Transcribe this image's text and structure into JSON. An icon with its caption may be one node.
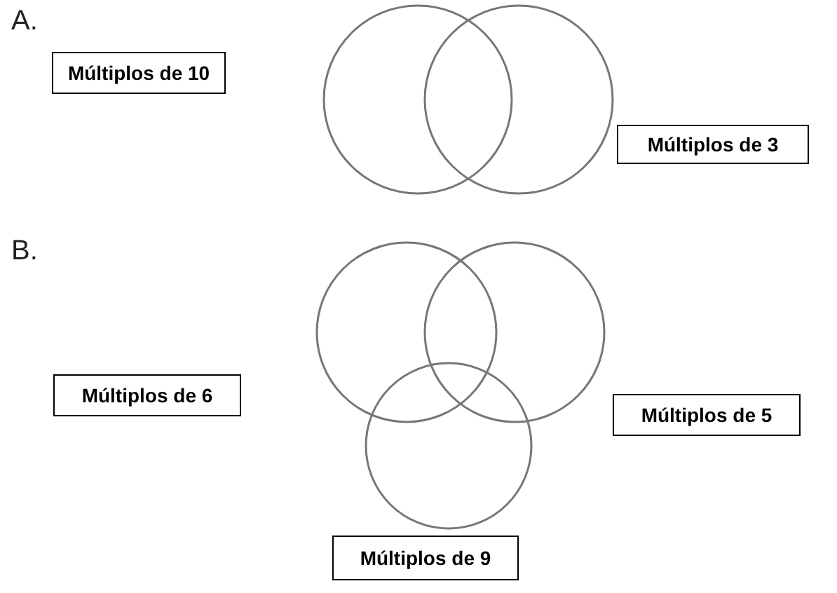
{
  "diagram": {
    "nodes": [
      {
        "text": [
          "Múltiplos de 10"
        ]
      },
      {
        "text": [],
        "shape": "circle"
      },
      {
        "text": [],
        "shape": "circle"
      },
      {
        "text": [
          "Múltiplos de 3"
        ]
      },
      {
        "text": [],
        "shape": "circle"
      },
      {
        "text": [],
        "shape": "circle"
      },
      {
        "text": [
          "Múltiplos de 6"
        ]
      },
      {
        "text": [
          "Múltiplos de 5"
        ]
      },
      {
        "text": [],
        "shape": "circle"
      },
      {
        "text": [
          "Múltiplos de 9"
        ]
      }
    ],
    "labels": [
      "A.",
      "B."
    ]
  }
}
